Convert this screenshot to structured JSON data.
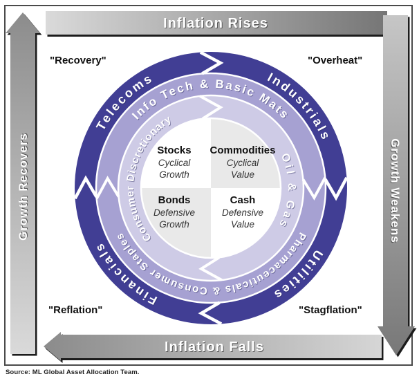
{
  "arrows": {
    "top": {
      "label": "Inflation Rises"
    },
    "bottom": {
      "label": "Inflation Falls"
    },
    "left": {
      "label": "Growth Recovers"
    },
    "right": {
      "label": "Growth Weakens"
    }
  },
  "corners": {
    "top_left": "\"Recovery\"",
    "top_right": "\"Overheat\"",
    "bottom_left": "\"Reflation\"",
    "bottom_right": "\"Stagflation\""
  },
  "rings": {
    "outer": {
      "color": "#413E94",
      "label_top_left": "Telecoms",
      "label_top_right": "Industrials",
      "label_bottom_right": "Utilities",
      "label_bottom_left": "Financials"
    },
    "middle": {
      "color": "#A6A1D2",
      "label_top": "Info Tech & Basic Mats",
      "label_bottom": "Pharmaceuticals & Consumer Staples"
    },
    "inner": {
      "color": "#CECBE6",
      "label_left": "Consumer Discretionary",
      "label_right": "Oil & Gas"
    },
    "separator_color": "#FFFFFF"
  },
  "center": {
    "quadrant_gray": "#E9E9E9",
    "top_left": {
      "title": "Stocks",
      "line1": "Cyclical",
      "line2": "Growth"
    },
    "top_right": {
      "title": "Commodities",
      "line1": "Cyclical",
      "line2": "Value"
    },
    "bottom_left": {
      "title": "Bonds",
      "line1": "Defensive",
      "line2": "Growth"
    },
    "bottom_right": {
      "title": "Cash",
      "line1": "Defensive",
      "line2": "Value"
    }
  },
  "source": "Source: ML Global Asset Allocation Team."
}
